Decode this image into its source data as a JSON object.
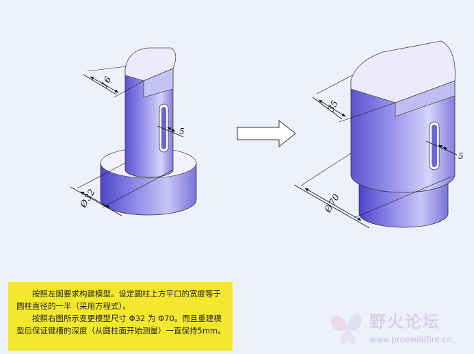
{
  "left_model": {
    "dim_width": "16",
    "dim_slot": "5",
    "dim_diameter": "32"
  },
  "right_model": {
    "dim_width": "35",
    "dim_slot": "5",
    "dim_diameter": "70"
  },
  "diameter_symbol": "Ø",
  "note": {
    "paragraph1": "按照左图要求构建模型。设定圆柱上方平口的宽度等于圆柱直径的一半（采用方程式）。",
    "paragraph2": "按照右图所示变更模型尺寸 Φ32 为 Φ70。而且重建模型后保证键槽的深度（从圆柱面开始测量）一直保持5mm。"
  },
  "watermark": {
    "name": "野火论坛",
    "url": "www.proewildfire.cn"
  },
  "colors": {
    "part_side": "#8a84dc",
    "part_top": "#ecebfd",
    "note_background": "#f3e82e"
  }
}
